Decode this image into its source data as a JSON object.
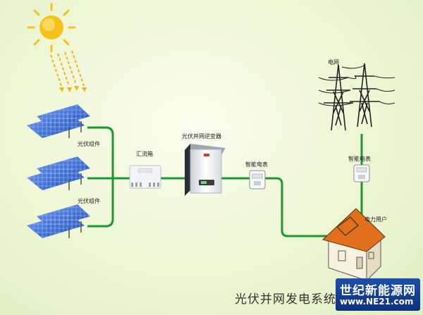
{
  "labels": {
    "pv_module_1": "光伏组件",
    "pv_module_2": "光伏组件",
    "combiner_box": "汇流箱",
    "inverter": "光伏并网逆变器",
    "smart_meter_left": "智能电表",
    "smart_meter_right": "智能电表",
    "grid": "电网",
    "power_user": "电力用户"
  },
  "title": "光伏并网发电系统",
  "watermark": {
    "line1": "世纪新能源网",
    "line2": "www.NE21.com"
  },
  "colors": {
    "wire": "#1a9a2e",
    "sun": "#f4c21a",
    "panel": "#2f63c8",
    "roof": "#e0701c",
    "ray": "#f2b21d"
  }
}
